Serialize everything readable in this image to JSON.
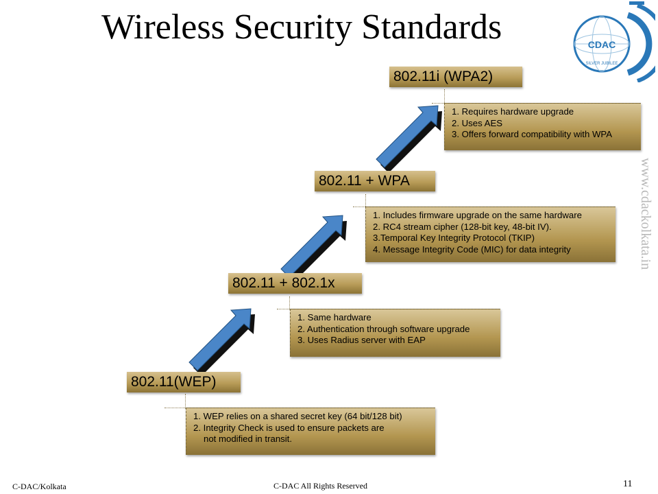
{
  "title": "Wireless Security Standards",
  "logo": {
    "text": "CDAC",
    "ring_text": "SILVER JUBILEE"
  },
  "watermark": "www.cdackolkata.in",
  "stages": [
    {
      "label": "802.11(WEP)",
      "notes": [
        "1. WEP relies on a shared secret key (64 bit/128 bit)",
        "2. Integrity Check is used to ensure packets are",
        "not modified in transit."
      ]
    },
    {
      "label": "802.11 + 802.1x",
      "notes": [
        "1. Same hardware",
        "2. Authentication through software upgrade",
        "3. Uses Radius server with EAP"
      ]
    },
    {
      "label": "802.11 + WPA",
      "notes": [
        "1. Includes firmware upgrade on the same hardware",
        "2. RC4 stream cipher (128-bit key, 48-bit IV).",
        "3.Temporal Key Integrity Protocol (TKIP)",
        "4. Message Integrity Code (MIC) for data integrity"
      ]
    },
    {
      "label": "802.11i (WPA2)",
      "notes": [
        "1. Requires hardware upgrade",
        "2. Uses AES",
        "3. Offers forward compatibility with WPA"
      ]
    }
  ],
  "footer": {
    "left": "C-DAC/Kolkata",
    "center": "C-DAC  All Rights Reserved",
    "page": "11"
  },
  "colors": {
    "box": "#b89c58",
    "arrow_blue": "#4a86c8",
    "arrow_shadow": "#111111",
    "logo_blue": "#2a78b8"
  }
}
